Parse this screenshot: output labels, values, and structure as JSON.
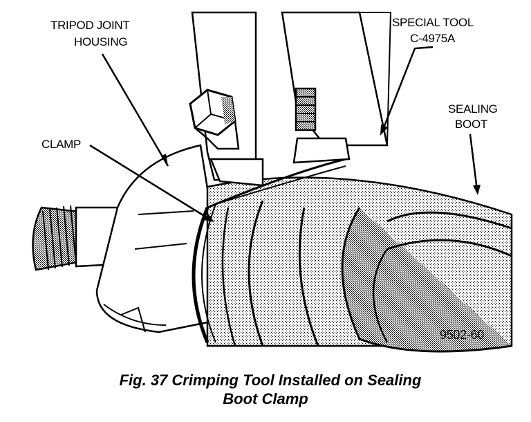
{
  "labels": {
    "tripod_line1": "TRIPOD JOINT",
    "tripod_line2": "HOUSING",
    "special_line1": "SPECIAL TOOL",
    "special_line2": "C-4975A",
    "sealing_line1": "SEALING",
    "sealing_line2": "BOOT",
    "clamp": "CLAMP",
    "figure_number": "9502-60"
  },
  "caption": {
    "line1": "Fig. 37 Crimping Tool Installed on Sealing",
    "line2": "Boot Clamp"
  }
}
